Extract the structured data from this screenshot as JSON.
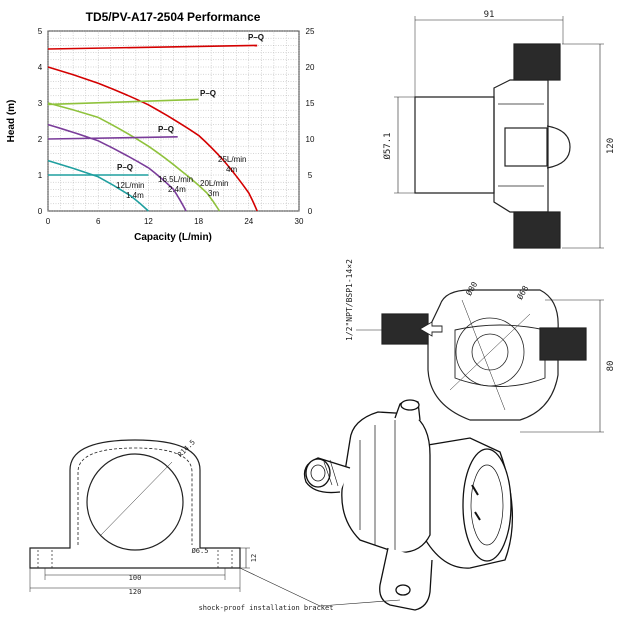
{
  "chart": {
    "title": "TD5/PV-A17-2504 Performance",
    "xlabel": "Capacity (L/min)",
    "ylabel": "Head (m)",
    "pq_label": "P–Q"
  },
  "chart_data": {
    "type": "line",
    "title": "TD5/PV-A17-2504 Performance",
    "xlabel": "Capacity (L/min)",
    "ylabel": "Head (m)",
    "xlim": [
      0,
      30
    ],
    "ylim": [
      0,
      5
    ],
    "y2lim": [
      0,
      25
    ],
    "xticks": [
      0,
      6,
      12,
      18,
      24,
      30
    ],
    "yticks": [
      0,
      1,
      2,
      3,
      4,
      5
    ],
    "y2ticks": [
      0,
      5,
      10,
      15,
      20,
      25
    ],
    "grid": true,
    "series": [
      {
        "label1": "25L/min",
        "label2": "4m",
        "color": "#d40000",
        "head": [
          [
            0,
            4
          ],
          [
            6,
            3.55
          ],
          [
            12,
            2.95
          ],
          [
            18,
            2.1
          ],
          [
            21,
            1.4
          ],
          [
            24,
            0.5
          ],
          [
            25,
            0
          ]
        ],
        "power": [
          [
            0,
            22.5
          ],
          [
            25,
            23
          ]
        ]
      },
      {
        "label1": "20L/min",
        "label2": "3m",
        "color": "#8fc23c",
        "head": [
          [
            0,
            3
          ],
          [
            6,
            2.6
          ],
          [
            12,
            1.8
          ],
          [
            16,
            1.1
          ],
          [
            19,
            0.5
          ],
          [
            20.5,
            0
          ]
        ],
        "power": [
          [
            0,
            14.8
          ],
          [
            18,
            15.5
          ]
        ]
      },
      {
        "label1": "16.5L/min",
        "label2": "2.4m",
        "color": "#7a3c9a",
        "head": [
          [
            0,
            2.4
          ],
          [
            6,
            1.95
          ],
          [
            12,
            1.2
          ],
          [
            15,
            0.6
          ],
          [
            16.5,
            0
          ]
        ],
        "power": [
          [
            0,
            10
          ],
          [
            15.5,
            10.3
          ]
        ]
      },
      {
        "label1": "12L/min",
        "label2": "1.4m",
        "color": "#1f9f9f",
        "head": [
          [
            0,
            1.4
          ],
          [
            6,
            0.95
          ],
          [
            10,
            0.4
          ],
          [
            12,
            0
          ]
        ],
        "power": [
          [
            0,
            5
          ],
          [
            12,
            5
          ]
        ]
      }
    ]
  },
  "dims": {
    "side_width": "91",
    "side_height": "120",
    "side_diameter": "Ø57.1",
    "thread": "1/2\"NPT/BSP1-14×2",
    "front_d80": "Ø80",
    "front_d68": "Ø68",
    "front_height": "80",
    "bracket_radius": "R14.5",
    "bracket_hole": "Ø6.5",
    "bracket_h": "12",
    "bracket_inner": "100",
    "bracket_outer": "120"
  },
  "callout": {
    "bracket_text": "shock-proof installation bracket"
  }
}
